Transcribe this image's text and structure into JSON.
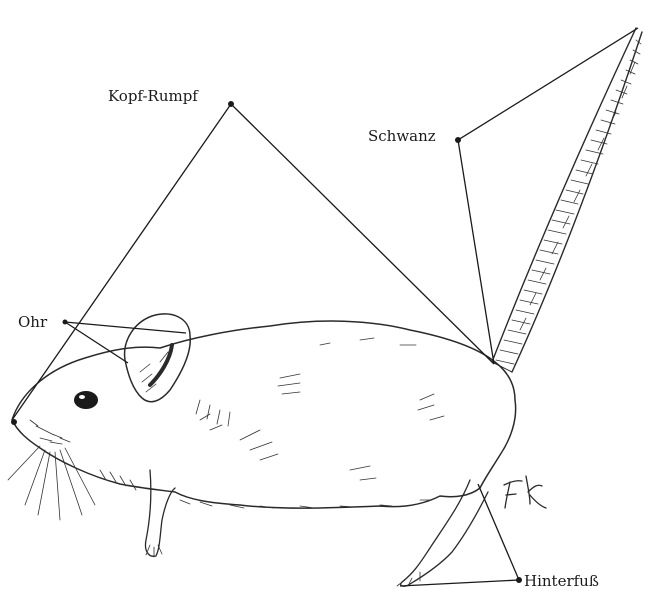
{
  "labels": {
    "head_body": "Kopf-Rumpf",
    "tail": "Schwanz",
    "ear": "Ohr",
    "hind_foot": "Hinterfuß"
  },
  "signature": "FK",
  "colors": {
    "ink": "#1a1a1a",
    "paper": "#ffffff"
  }
}
